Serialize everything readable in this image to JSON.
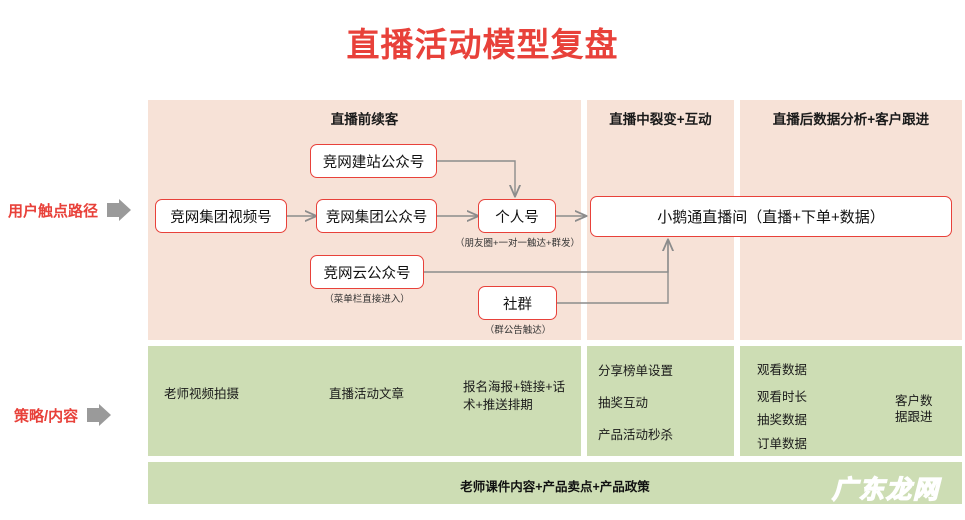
{
  "title": "直播活动模型复盘",
  "row_labels": [
    {
      "text": "用户触点路径",
      "icon": "right-arrow-icon"
    },
    {
      "text": "策略/内容",
      "icon": "right-arrow-icon"
    }
  ],
  "columns": [
    {
      "header": "直播前续客"
    },
    {
      "header": "直播中裂变+互动"
    },
    {
      "header": "直播后数据分析+客户跟进"
    }
  ],
  "touchpoint_nodes": [
    {
      "label": "竞网集团视频号",
      "caption": ""
    },
    {
      "label": "竞网集团公众号",
      "caption": ""
    },
    {
      "label": "竞网建站公众号",
      "caption": ""
    },
    {
      "label": "竞网云公众号",
      "caption": "（菜单栏直接进入）"
    },
    {
      "label": "个人号",
      "caption": "（朋友圈+一对一触达+群发）"
    },
    {
      "label": "社群",
      "caption": "（群公告触达）"
    },
    {
      "label": "小鹅通直播间（直播+下单+数据）",
      "caption": ""
    }
  ],
  "strategy": {
    "pre": [
      "老师视频拍摄",
      "直播活动文章",
      "报名海报+链接+话术+推送排期"
    ],
    "during": [
      "分享榜单设置",
      "抽奖互动",
      "产品活动秒杀"
    ],
    "after_left": [
      "观看数据",
      "观看时长",
      "抽奖数据",
      "订单数据"
    ],
    "after_right": "客户数据跟进"
  },
  "bottom_bar": "老师课件内容+产品卖点+产品政策",
  "watermark": "广东龙网",
  "colors": {
    "accent_red": "#e8413a",
    "panel_pink": "#f7e2d7",
    "panel_green": "#cdddb4",
    "connector_gray": "#8c8c8c"
  }
}
